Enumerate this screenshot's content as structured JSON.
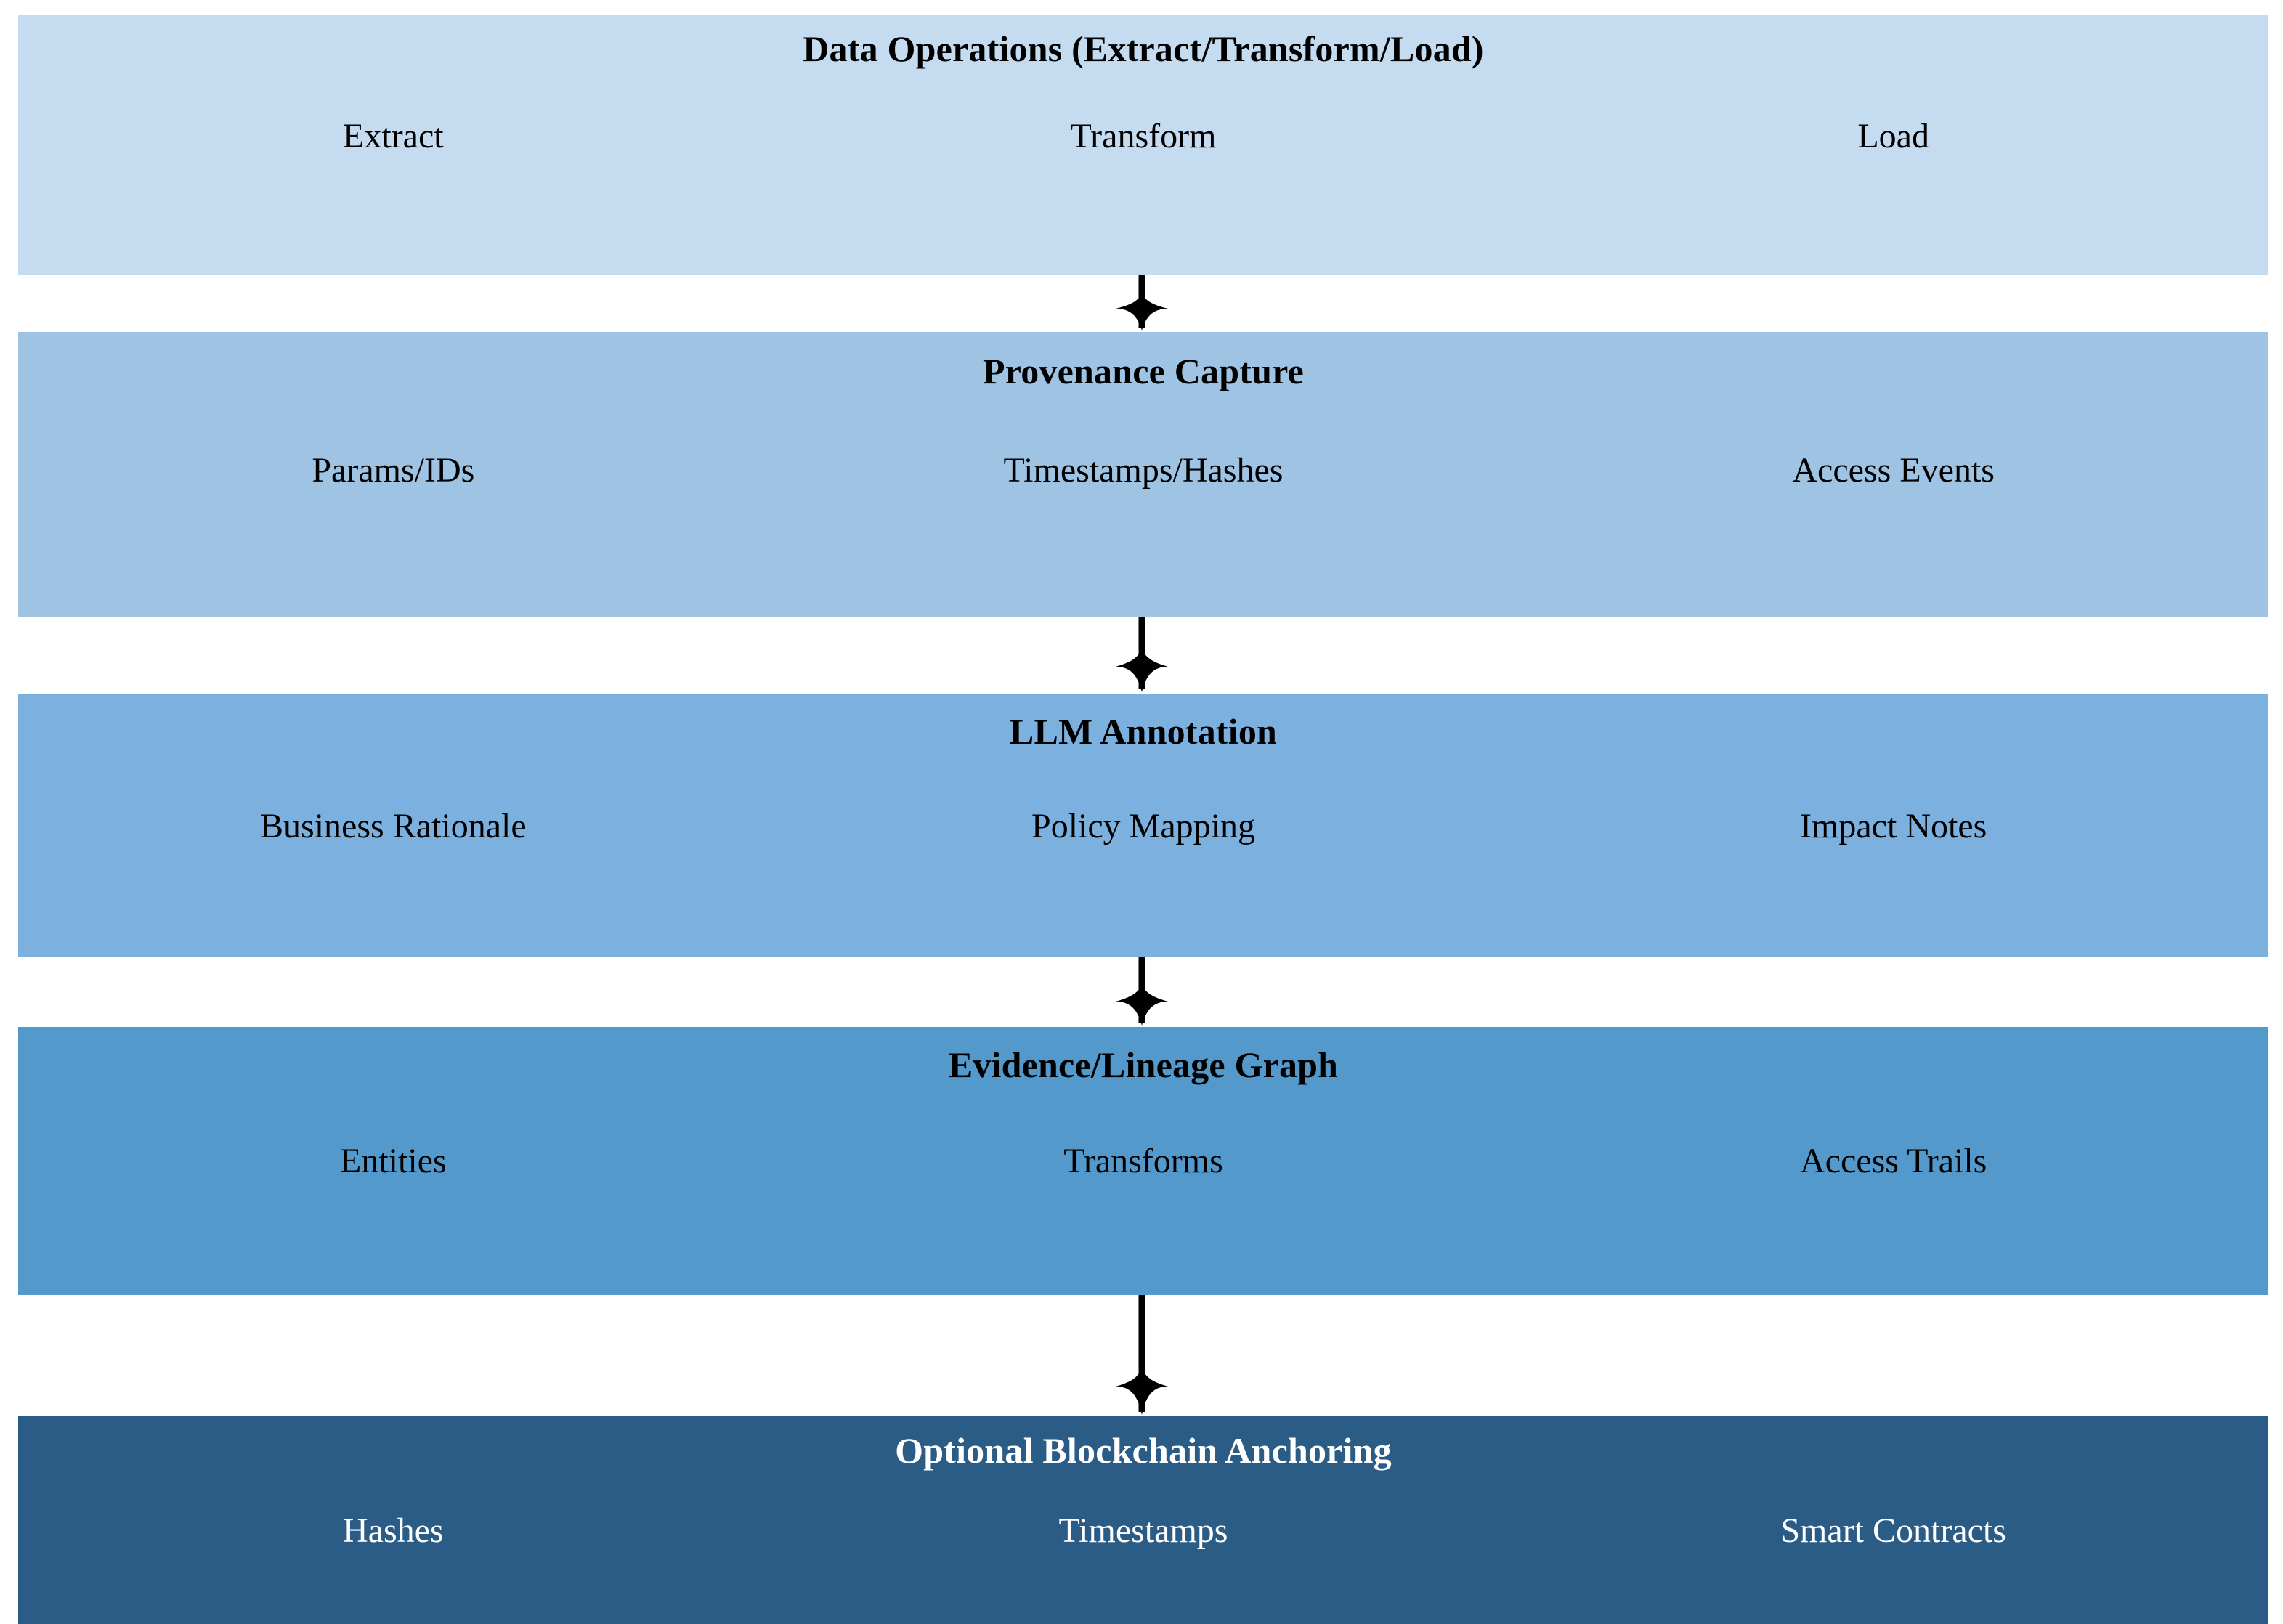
{
  "diagram": {
    "orientation": "vertical-flow",
    "background": "#ffffff",
    "arrow_icon": "down-arrow-icon",
    "arrow_color": "#000000",
    "layers": [
      {
        "id": "data-operations",
        "title": "Data Operations (Extract/Transform/Load)",
        "color": "#c4dbf0",
        "title_color": "#000000",
        "item_color": "#000000",
        "items": [
          "Extract",
          "Transform",
          "Load"
        ]
      },
      {
        "id": "provenance-capture",
        "title": "Provenance Capture",
        "color": "#9fc3e3",
        "title_color": "#000000",
        "item_color": "#000000",
        "items": [
          "Params/IDs",
          "Timestamps/Hashes",
          "Access Events"
        ]
      },
      {
        "id": "llm-annotation",
        "title": "LLM Annotation",
        "color": "#7cb0de",
        "title_color": "#000000",
        "item_color": "#000000",
        "items": [
          "Business Rationale",
          "Policy Mapping",
          "Impact Notes"
        ]
      },
      {
        "id": "evidence-lineage-graph",
        "title": "Evidence/Lineage Graph",
        "color": "#5499cb",
        "title_color": "#000000",
        "item_color": "#000000",
        "items": [
          "Entities",
          "Transforms",
          "Access Trails"
        ]
      },
      {
        "id": "optional-blockchain-anchoring",
        "title": "Optional Blockchain Anchoring",
        "color": "#2b5c85",
        "title_color": "#ffffff",
        "item_color": "#ffffff",
        "items": [
          "Hashes",
          "Timestamps",
          "Smart Contracts"
        ]
      }
    ],
    "connectors": [
      {
        "from": "data-operations",
        "to": "provenance-capture"
      },
      {
        "from": "provenance-capture",
        "to": "llm-annotation"
      },
      {
        "from": "llm-annotation",
        "to": "evidence-lineage-graph"
      },
      {
        "from": "evidence-lineage-graph",
        "to": "optional-blockchain-anchoring"
      }
    ]
  }
}
